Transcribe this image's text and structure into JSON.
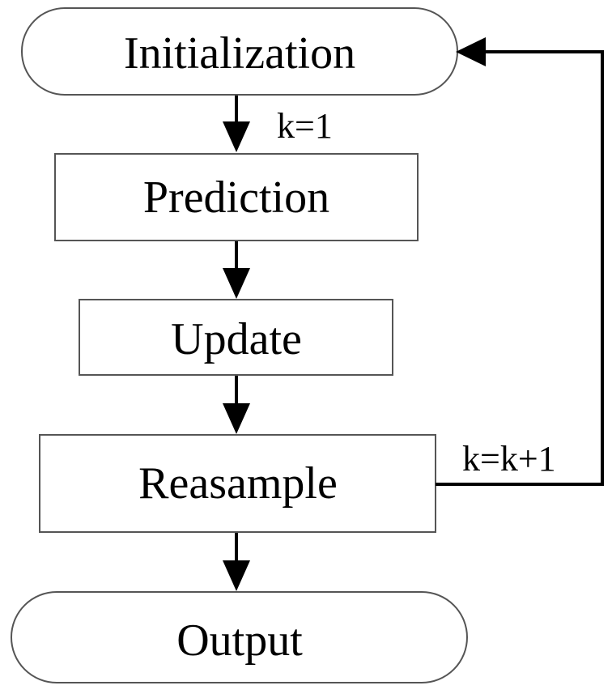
{
  "nodes": {
    "initialization": {
      "label": "Initialization",
      "shape": "terminal"
    },
    "prediction": {
      "label": "Prediction",
      "shape": "process"
    },
    "update": {
      "label": "Update",
      "shape": "process"
    },
    "resample": {
      "label": "Reasample",
      "shape": "process"
    },
    "output": {
      "label": "Output",
      "shape": "terminal"
    }
  },
  "edges": [
    {
      "from": "initialization",
      "to": "prediction",
      "label": "k=1"
    },
    {
      "from": "prediction",
      "to": "update",
      "label": ""
    },
    {
      "from": "update",
      "to": "resample",
      "label": ""
    },
    {
      "from": "resample",
      "to": "output",
      "label": ""
    },
    {
      "from": "resample",
      "to": "initialization",
      "label": "k=k+1"
    }
  ],
  "colors": {
    "stroke": "#000000",
    "shape_border": "#555555",
    "fill": "#ffffff"
  }
}
